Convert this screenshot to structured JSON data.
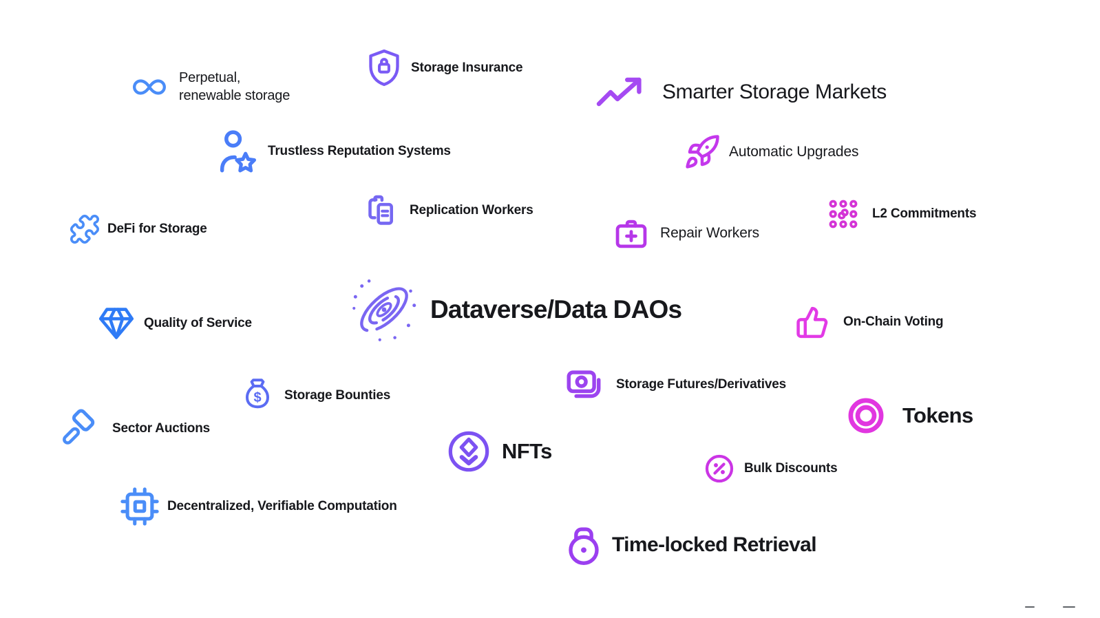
{
  "page": {
    "background": "#ffffff",
    "text_color": "#17181c",
    "description": "Scatter diagram of decentralized storage ecosystem concepts around Dataverse/Data DAOs"
  },
  "items": [
    {
      "id": "perpetual-renewable-storage",
      "label": "Perpetual,\nrenewable storage",
      "icon": "infinity-icon",
      "color": "#4a8df8"
    },
    {
      "id": "storage-insurance",
      "label": "Storage Insurance",
      "icon": "shield-lock-icon",
      "color": "#7a5af5"
    },
    {
      "id": "smarter-storage-markets",
      "label": "Smarter Storage Markets",
      "icon": "trending-up-icon",
      "color": "#a54af2"
    },
    {
      "id": "trustless-reputation-systems",
      "label": "Trustless Reputation Systems",
      "icon": "user-star-icon",
      "color": "#4a7df8"
    },
    {
      "id": "automatic-upgrades",
      "label": "Automatic Upgrades",
      "icon": "rocket-icon",
      "color": "#c438ec"
    },
    {
      "id": "replication-workers",
      "label": "Replication Workers",
      "icon": "clipboard-copy-icon",
      "color": "#7668f2"
    },
    {
      "id": "repair-workers",
      "label": "Repair Workers",
      "icon": "medical-kit-icon",
      "color": "#b637e9"
    },
    {
      "id": "l2-commitments",
      "label": "L2 Commitments",
      "icon": "dots-grid-icon",
      "color": "#d434d6"
    },
    {
      "id": "defi-for-storage",
      "label": "DeFi for Storage",
      "icon": "puzzle-icon",
      "color": "#4a8df8"
    },
    {
      "id": "dataverse-data-daos",
      "label": "Dataverse/Data DAOs",
      "icon": "galaxy-icon",
      "color": "#7a66f2"
    },
    {
      "id": "quality-of-service",
      "label": "Quality of Service",
      "icon": "gem-icon",
      "color": "#2f7bf6"
    },
    {
      "id": "on-chain-voting",
      "label": "On-Chain Voting",
      "icon": "thumbs-up-icon",
      "color": "#e23ae6"
    },
    {
      "id": "storage-bounties",
      "label": "Storage Bounties",
      "icon": "money-bag-icon",
      "color": "#5b6cf3"
    },
    {
      "id": "storage-futures-derivatives",
      "label": "Storage Futures/Derivatives",
      "icon": "coin-cards-icon",
      "color": "#9c44ef"
    },
    {
      "id": "sector-auctions",
      "label": "Sector Auctions",
      "icon": "gavel-icon",
      "color": "#4a8df8"
    },
    {
      "id": "tokens",
      "label": "Tokens",
      "icon": "token-rings-icon",
      "color": "#e136e0"
    },
    {
      "id": "nfts",
      "label": "NFTs",
      "icon": "nft-badge-icon",
      "color": "#7c52f2"
    },
    {
      "id": "bulk-discounts",
      "label": "Bulk Discounts",
      "icon": "percent-circle-icon",
      "color": "#cb35e5"
    },
    {
      "id": "decentralized-verifiable-computation",
      "label": "Decentralized, Verifiable Computation",
      "icon": "cpu-chip-icon",
      "color": "#4a8df8"
    },
    {
      "id": "time-locked-retrieval",
      "label": "Time-locked Retrieval",
      "icon": "padlock-icon",
      "color": "#9b3ff0"
    }
  ],
  "decor": {
    "edge_mark_color": "#5f6368"
  }
}
